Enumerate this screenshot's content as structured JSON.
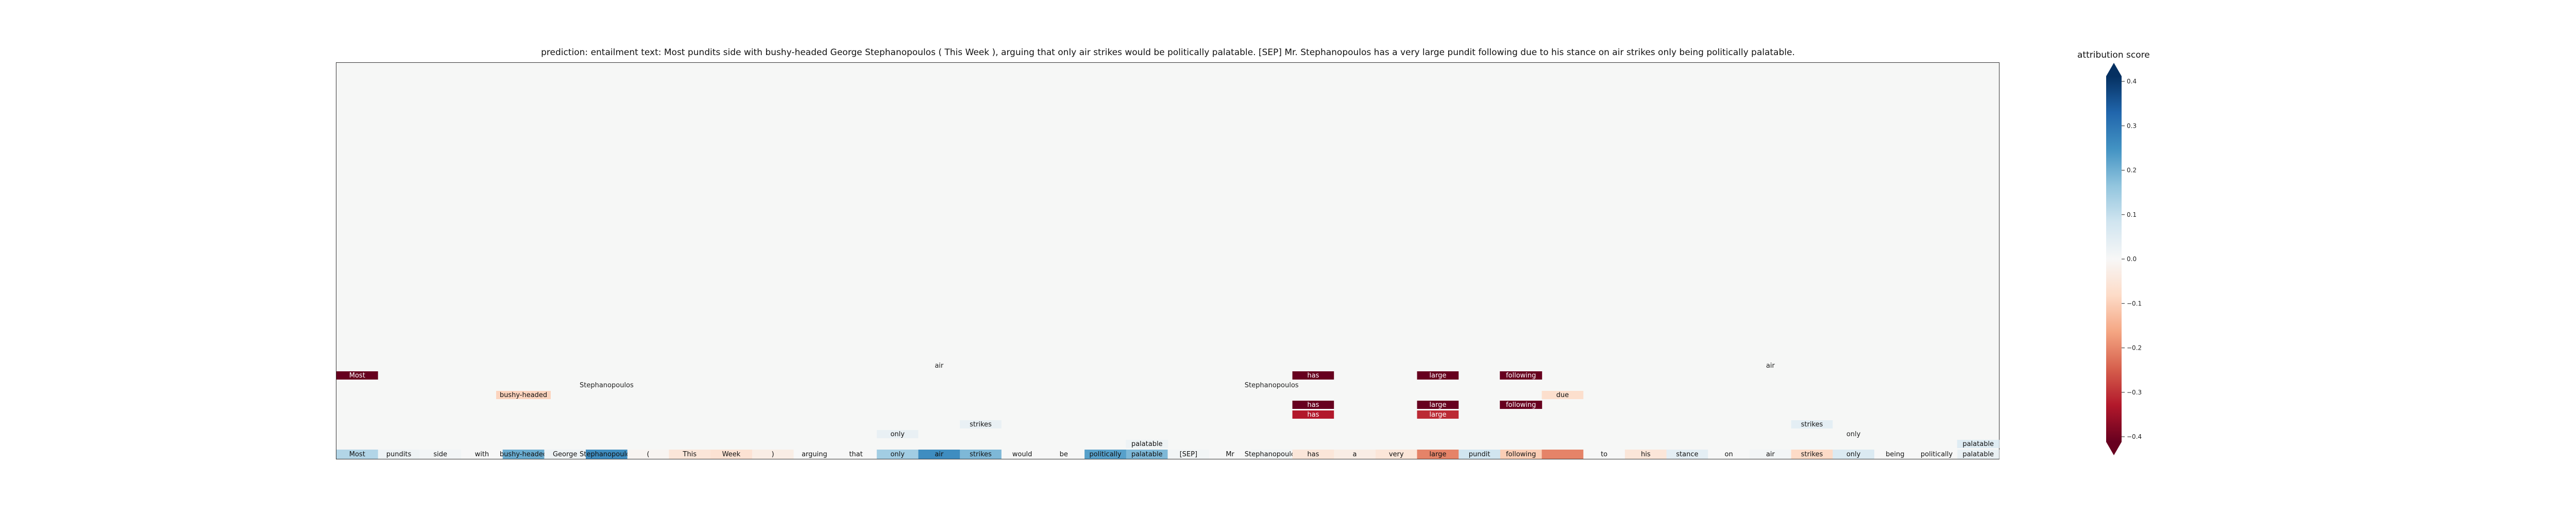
{
  "title": "prediction:  entailment     text:  Most pundits side with bushy-headed George Stephanopoulos ( This Week ), arguing that only air strikes would be politically palatable. [SEP] Mr. Stephanopoulos has a very large pundit following due to his stance on air strikes only being politically palatable.",
  "colorbar": {
    "label": "attribution score",
    "min": -0.4,
    "max": 0.4,
    "ticks": [
      "0.4",
      "0.3",
      "0.2",
      "0.1",
      "0.0",
      "−0.1",
      "−0.2",
      "−0.3",
      "−0.4"
    ],
    "extend": "both",
    "colormap": [
      "#67001f",
      "#b2182b",
      "#d6604d",
      "#f4a582",
      "#fddbc7",
      "#f7f7f7",
      "#d1e5f0",
      "#92c5de",
      "#4393c3",
      "#2166ac",
      "#053061"
    ]
  },
  "chart_data": {
    "type": "heatmap",
    "title": "prediction:  entailment     text:  Most pundits side with bushy-headed George Stephanopoulos ( This Week ), arguing that only air strikes would be politically palatable. [SEP] Mr. Stephanopoulos has a very large pundit following due to his stance on air strikes only being politically palatable.",
    "prediction": "entailment",
    "color_range": [
      -0.4,
      0.4
    ],
    "token_row": [
      {
        "token": "Most",
        "score": 0.12
      },
      {
        "token": "pundits",
        "score": 0.02
      },
      {
        "token": "side",
        "score": 0.01
      },
      {
        "token": "with",
        "score": 0.0
      },
      {
        "token": "bushy-headed",
        "score": 0.2
      },
      {
        "token": "George",
        "score": 0.02
      },
      {
        "token": "Stephanopoulos",
        "score": 0.25
      },
      {
        "token": "(",
        "score": -0.01
      },
      {
        "token": "This",
        "score": -0.05
      },
      {
        "token": "Week",
        "score": -0.06
      },
      {
        "token": ")",
        "score": -0.03
      },
      {
        "token": "arguing",
        "score": 0.0
      },
      {
        "token": "that",
        "score": 0.0
      },
      {
        "token": "only",
        "score": 0.14
      },
      {
        "token": "air",
        "score": 0.25
      },
      {
        "token": "strikes",
        "score": 0.18
      },
      {
        "token": "would",
        "score": 0.0
      },
      {
        "token": "be",
        "score": 0.0
      },
      {
        "token": "politically",
        "score": 0.22
      },
      {
        "token": "palatable",
        "score": 0.18
      },
      {
        "token": "[SEP]",
        "score": 0.01
      },
      {
        "token": "Mr",
        "score": 0.0
      },
      {
        "token": "Stephanopoulos",
        "score": 0.01
      },
      {
        "token": "has",
        "score": -0.05
      },
      {
        "token": "a",
        "score": -0.03
      },
      {
        "token": "very",
        "score": -0.05
      },
      {
        "token": "large",
        "score": -0.2
      },
      {
        "token": "pundit",
        "score": 0.08
      },
      {
        "token": "following",
        "score": -0.1
      },
      {
        "token": "",
        "score": -0.2
      },
      {
        "token": "to",
        "score": 0.0
      },
      {
        "token": "his",
        "score": -0.05
      },
      {
        "token": "stance",
        "score": 0.04
      },
      {
        "token": "on",
        "score": 0.0
      },
      {
        "token": "air",
        "score": 0.01
      },
      {
        "token": "strikes",
        "score": -0.08
      },
      {
        "token": "only",
        "score": 0.06
      },
      {
        "token": "being",
        "score": 0.0
      },
      {
        "token": "politically",
        "score": 0.0
      },
      {
        "token": "palatable",
        "score": 0.03
      }
    ],
    "overlay_tokens": [
      {
        "col": 0,
        "level": 8,
        "token": "Most",
        "score": -0.42
      },
      {
        "col": 4,
        "level": 6,
        "token": "bushy-headed",
        "score": -0.09
      },
      {
        "col": 6,
        "level": 7,
        "token": "Stephanopoulos",
        "score": 0.0
      },
      {
        "col": 14,
        "level": 9,
        "token": "air",
        "score": 0.0
      },
      {
        "col": 13,
        "level": 2,
        "token": "only",
        "score": 0.03
      },
      {
        "col": 15,
        "level": 3,
        "token": "strikes",
        "score": 0.03
      },
      {
        "col": 19,
        "level": 1,
        "token": "palatable",
        "score": 0.02
      },
      {
        "col": 22,
        "level": 7,
        "token": "Stephanopoulos",
        "score": 0.0
      },
      {
        "col": 23,
        "level": 8,
        "token": "has",
        "score": -0.42
      },
      {
        "col": 23,
        "level": 5,
        "token": "has",
        "score": -0.42
      },
      {
        "col": 23,
        "level": 4,
        "token": "has",
        "score": -0.32
      },
      {
        "col": 26,
        "level": 8,
        "token": "large",
        "score": -0.42
      },
      {
        "col": 26,
        "level": 5,
        "token": "large",
        "score": -0.42
      },
      {
        "col": 26,
        "level": 4,
        "token": "large",
        "score": -0.3
      },
      {
        "col": 28,
        "level": 8,
        "token": "following",
        "score": -0.42
      },
      {
        "col": 28,
        "level": 5,
        "token": "following",
        "score": -0.42
      },
      {
        "col": 29,
        "level": 6,
        "token": "due",
        "score": -0.07
      },
      {
        "col": 34,
        "level": 9,
        "token": "air",
        "score": 0.0
      },
      {
        "col": 35,
        "level": 3,
        "token": "strikes",
        "score": 0.04
      },
      {
        "col": 36,
        "level": 2,
        "token": "only",
        "score": 0.0
      },
      {
        "col": 39,
        "level": 1,
        "token": "palatable",
        "score": 0.05
      }
    ]
  }
}
